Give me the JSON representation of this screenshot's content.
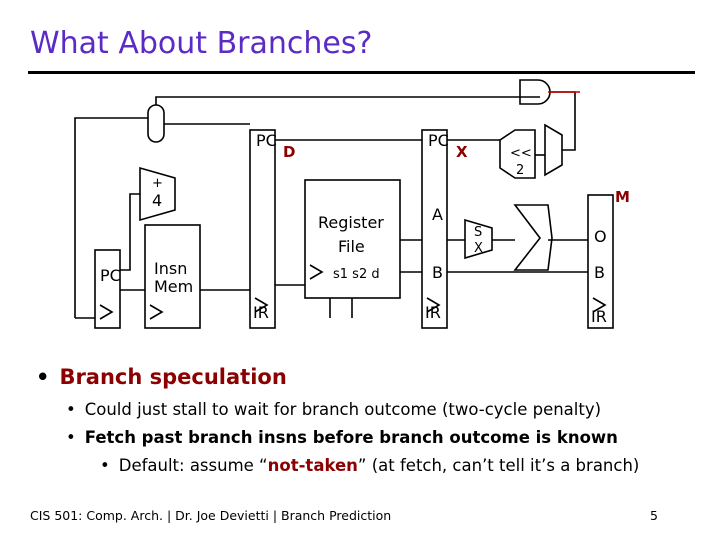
{
  "slide": {
    "title": "What About Branches?"
  },
  "diagram": {
    "pc_top_1": "PC",
    "pc_top_2": "PC",
    "stage_d": "D",
    "stage_x": "X",
    "stage_m": "M",
    "shift_top": "<<",
    "shift_bottom": "2",
    "adder_plus": "+",
    "adder_four": "4",
    "pc_left": "PC",
    "insn_mem_1": "Insn",
    "insn_mem_2": "Mem",
    "reg_file_1": "Register",
    "reg_file_2": "File",
    "reg_ports": "s1 s2  d",
    "latch_a": "A",
    "latch_b_x": "B",
    "sign_ext_s": "S",
    "sign_ext_x": "X",
    "latch_o": "O",
    "latch_b_m": "B",
    "ir_d": "IR",
    "ir_x": "IR",
    "ir_m": "IR"
  },
  "bullets": {
    "l1": "Branch speculation",
    "l2": "Could just stall to wait for branch outcome (two-cycle penalty)",
    "l3": "Fetch past branch insns before branch outcome is known",
    "l4_pre": "Default: assume “",
    "l4_emph": "not-taken",
    "l4_post": "” (at fetch, can’t tell it’s a branch)",
    "marker": "•"
  },
  "footer": {
    "text": "CIS 501: Comp. Arch.  |  Dr. Joe Devietti  |  Branch Prediction",
    "page": "5"
  },
  "colors": {
    "title": "#5b2bc5",
    "accent": "#8b0000",
    "rule": "#000000"
  }
}
